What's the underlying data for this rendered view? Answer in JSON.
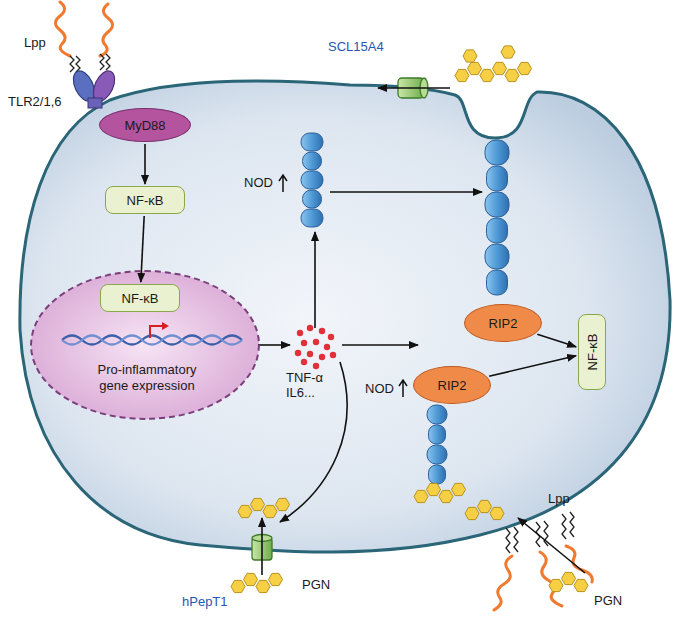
{
  "diagram": {
    "nodes": [
      {
        "text": [
          "MyD88"
        ]
      },
      {
        "text": [
          "NF-κB"
        ]
      },
      {
        "text": [
          "Pro-inflammatory gene expression"
        ]
      },
      {
        "text": [
          "NF-κB"
        ],
        "in": 2
      },
      {
        "text": [
          "RIP2"
        ]
      },
      {
        "text": [
          "NF-κB"
        ]
      },
      {
        "text": [
          "RIP2"
        ]
      }
    ],
    "edges": [
      {
        "from": 0,
        "to": 1,
        "arrow": "to"
      },
      {
        "from": 1,
        "to": 3,
        "arrow": "to"
      },
      {
        "from": 4,
        "to": 5,
        "arrow": "to"
      },
      {
        "from": 6,
        "to": 5,
        "arrow": "to"
      }
    ],
    "labels": [
      "Lpp",
      "TLR2/1,6",
      "SCL15A4",
      "NOD",
      "TNF-α IL6...",
      "NOD",
      "hPepT1",
      "PGN",
      "Lpp",
      "PGN"
    ]
  }
}
